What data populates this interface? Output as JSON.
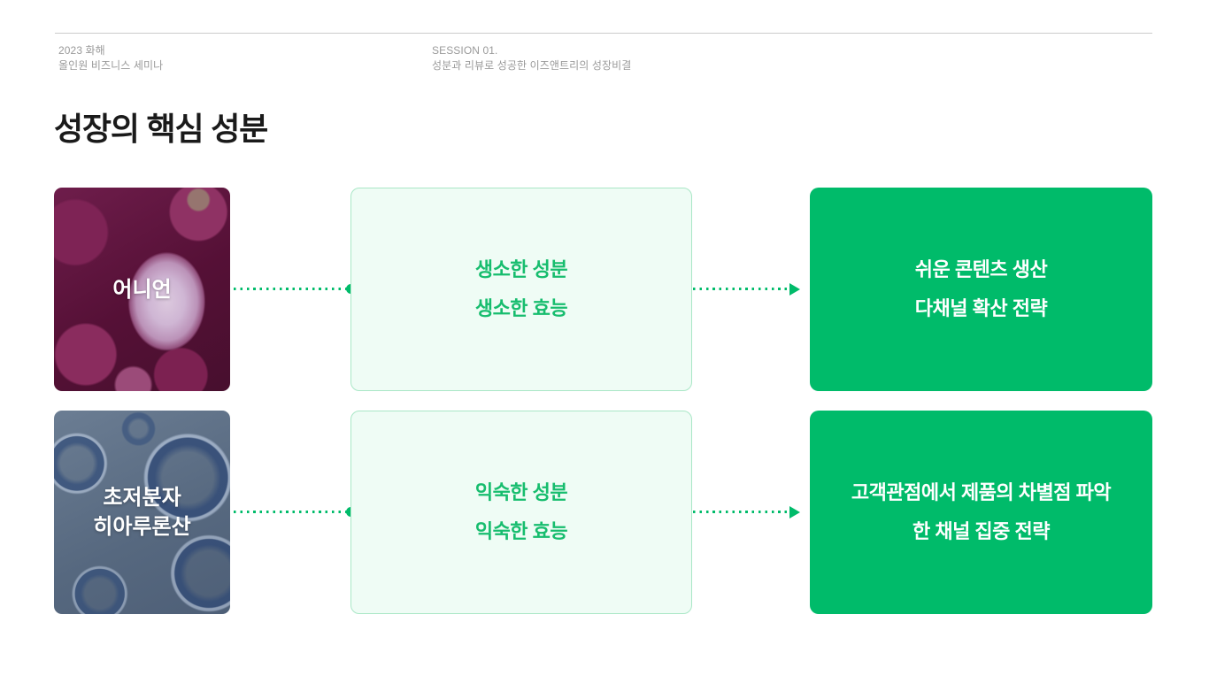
{
  "slide": {
    "header": {
      "left_line1": "2023 화해",
      "left_line2": "올인원 비즈니스 세미나",
      "center_line1": "SESSION 01.",
      "center_line2": "성분과 리뷰로 성공한 이즈앤트리의 성장비결"
    },
    "title": "성장의 핵심 성분",
    "colors": {
      "accent_green": "#00bb6a",
      "green_text": "#17bd6e",
      "mint_fill": "#effcf5",
      "mint_border": "#a9e7c6",
      "muted_text": "#9a9a9a",
      "title_text": "#1a1a1a",
      "divider": "#cbcbcb"
    },
    "rows": [
      {
        "image": "red-onion-photo",
        "image_label_lines": [
          "어니언"
        ],
        "ingredient_line1": "생소한 성분",
        "ingredient_line2": "생소한 효능",
        "strategy_line1": "쉬운 콘텐츠 생산",
        "strategy_line2": "다채널 확산 전략"
      },
      {
        "image": "hyaluronic-acid-bubbles-photo",
        "image_label_lines": [
          "초저분자",
          "히아루론산"
        ],
        "ingredient_line1": "익숙한 성분",
        "ingredient_line2": "익숙한 효능",
        "strategy_line1": "고객관점에서 제품의 차별점 파악",
        "strategy_line2": "한 채널 집중 전략"
      }
    ]
  }
}
